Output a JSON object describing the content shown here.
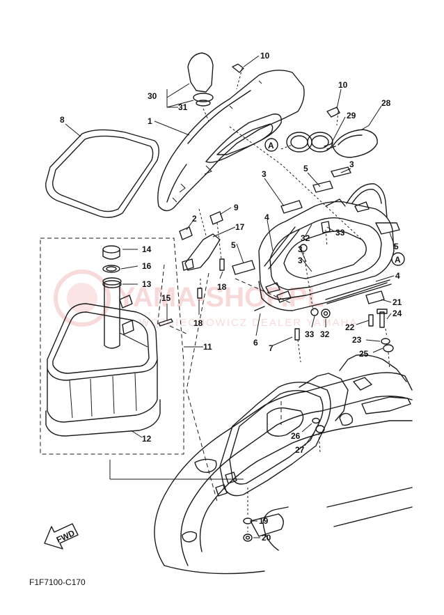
{
  "diagram_code": "F1F7100-C170",
  "fwd_label": "FWD",
  "watermark": {
    "main": "YAMA-SHOP.PL",
    "sub": "WOJCIECHOWICZ DEALER YAMAHA"
  },
  "ref_mark": "A",
  "callouts": {
    "c10a": "10",
    "c30": "30",
    "c31": "31",
    "c10b": "10",
    "c28": "28",
    "c29": "29",
    "c8": "8",
    "c1": "1",
    "c3a": "3",
    "c5a": "5",
    "c3b": "3",
    "c2": "2",
    "c9": "9",
    "c17": "17",
    "c4a": "4",
    "c33a": "33",
    "c32a": "32",
    "c3c": "3",
    "c5b": "5",
    "c3d": "3",
    "c5c": "5",
    "c14": "14",
    "c16": "16",
    "c13": "13",
    "c18a": "18",
    "c4b": "4",
    "c15": "15",
    "c18b": "18",
    "c21": "21",
    "c24": "24",
    "c22": "22",
    "c6": "6",
    "c33b": "33",
    "c32b": "32",
    "c7": "7",
    "c23": "23",
    "c11": "11",
    "c25": "25",
    "c26": "26",
    "c27": "27",
    "c12": "12",
    "c19": "19",
    "c20": "20"
  }
}
